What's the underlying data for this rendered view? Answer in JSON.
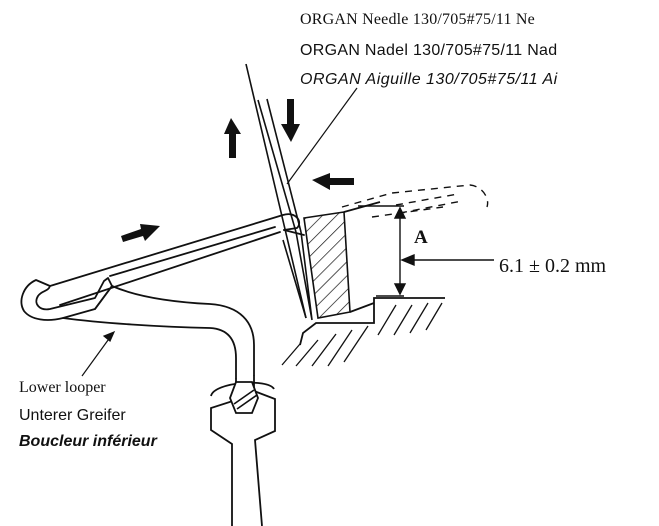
{
  "needle_label": {
    "english": "ORGAN Needle 130/705#75/11  Ne",
    "german": "ORGAN Nadel 130/705#75/11 Nad",
    "french": "ORGAN Aiguille 130/705#75/11 Ai"
  },
  "dimension": {
    "label": "A",
    "value": "6.1 ± 0.2 mm"
  },
  "looper_label": {
    "english": "Lower looper",
    "german": "Unterer Greifer",
    "french": "Boucleur inférieur"
  },
  "colors": {
    "ink": "#111111",
    "background": "#ffffff"
  }
}
